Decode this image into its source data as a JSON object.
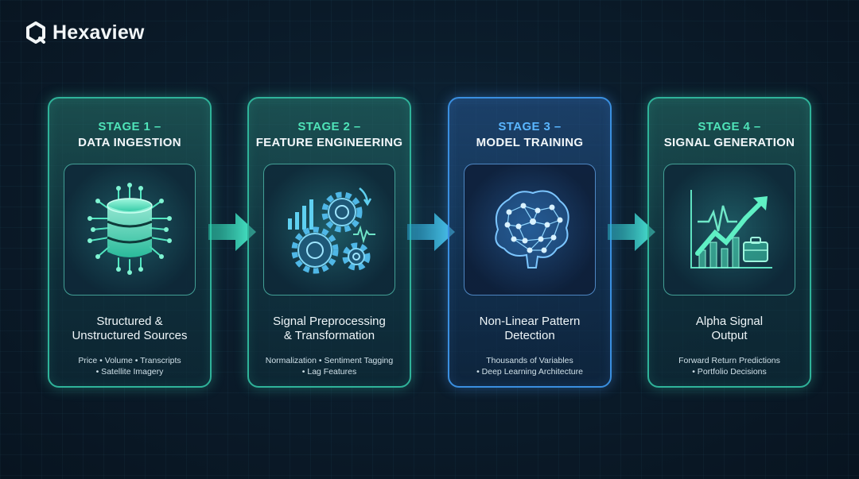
{
  "brand": {
    "name": "Hexaview",
    "logo_icon": "hexagon-logo-icon"
  },
  "colors": {
    "teal_accent": "#4fe3b8",
    "blue_accent": "#5ab6ff",
    "background": "#0b1c2b"
  },
  "stages": [
    {
      "label": "STAGE 1 –",
      "title": "DATA INGESTION",
      "icon": "database-icon",
      "desc_line1": "Structured &",
      "desc_line2": "Unstructured Sources",
      "detail_line1": "Price • Volume • Transcripts",
      "detail_line2": "• Satellite Imagery"
    },
    {
      "label": "STAGE 2 –",
      "title": "FEATURE ENGINEERING",
      "icon": "gears-icon",
      "desc_line1": "Signal Preprocessing",
      "desc_line2": "& Transformation",
      "detail_line1": "Normalization • Sentiment Tagging",
      "detail_line2": "• Lag Features"
    },
    {
      "label": "STAGE 3 –",
      "title": "MODEL TRAINING",
      "icon": "neural-brain-icon",
      "desc_line1": "Non-Linear Pattern",
      "desc_line2": "Detection",
      "detail_line1": "Thousands of Variables",
      "detail_line2": "• Deep Learning Architecture"
    },
    {
      "label": "STAGE 4 –",
      "title": "SIGNAL GENERATION",
      "icon": "growth-chart-briefcase-icon",
      "desc_line1": "Alpha Signal",
      "desc_line2": "Output",
      "detail_line1": "Forward Return Predictions",
      "detail_line2": "• Portfolio Decisions"
    }
  ],
  "connectors": [
    "arrow-right-icon",
    "arrow-right-icon",
    "arrow-right-icon"
  ]
}
